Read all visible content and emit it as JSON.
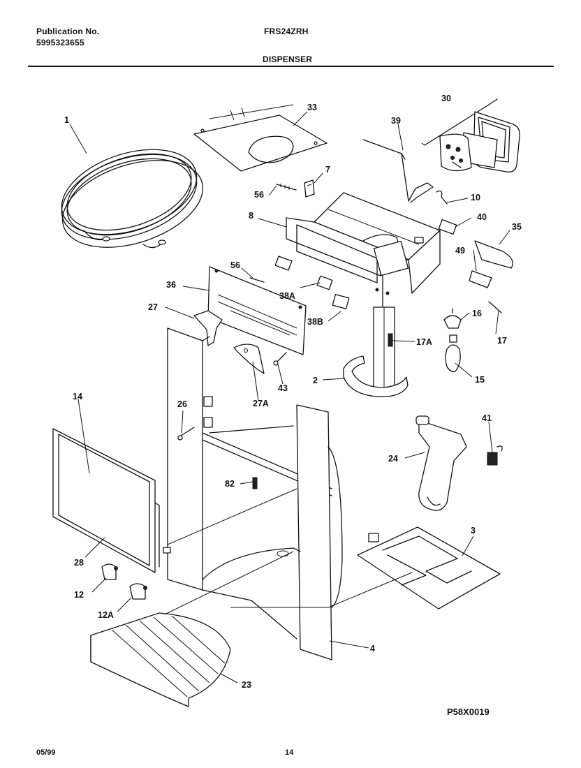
{
  "header": {
    "publication_label": "Publication No.",
    "publication_number": "5995323655",
    "model": "FRS24ZRH",
    "section_title": "DISPENSER"
  },
  "figure_code": "P58X0019",
  "footer": {
    "date": "05/99",
    "page": "14"
  },
  "callouts": {
    "c1": "1",
    "c33": "33",
    "c30": "30",
    "c39": "39",
    "c7": "7",
    "c56a": "56",
    "c10": "10",
    "c8": "8",
    "c40": "40",
    "c35": "35",
    "c49": "49",
    "c56b": "56",
    "c36": "36",
    "c38A": "38A",
    "c27": "27",
    "c38B": "38B",
    "c16": "16",
    "c17A": "17A",
    "c17": "17",
    "c43": "43",
    "c2": "2",
    "c15": "15",
    "c27A": "27A",
    "c14": "14",
    "c26": "26",
    "c41": "41",
    "c24": "24",
    "c82": "82",
    "c3": "3",
    "c28": "28",
    "c12": "12",
    "c12A": "12A",
    "c4": "4",
    "c23": "23"
  }
}
